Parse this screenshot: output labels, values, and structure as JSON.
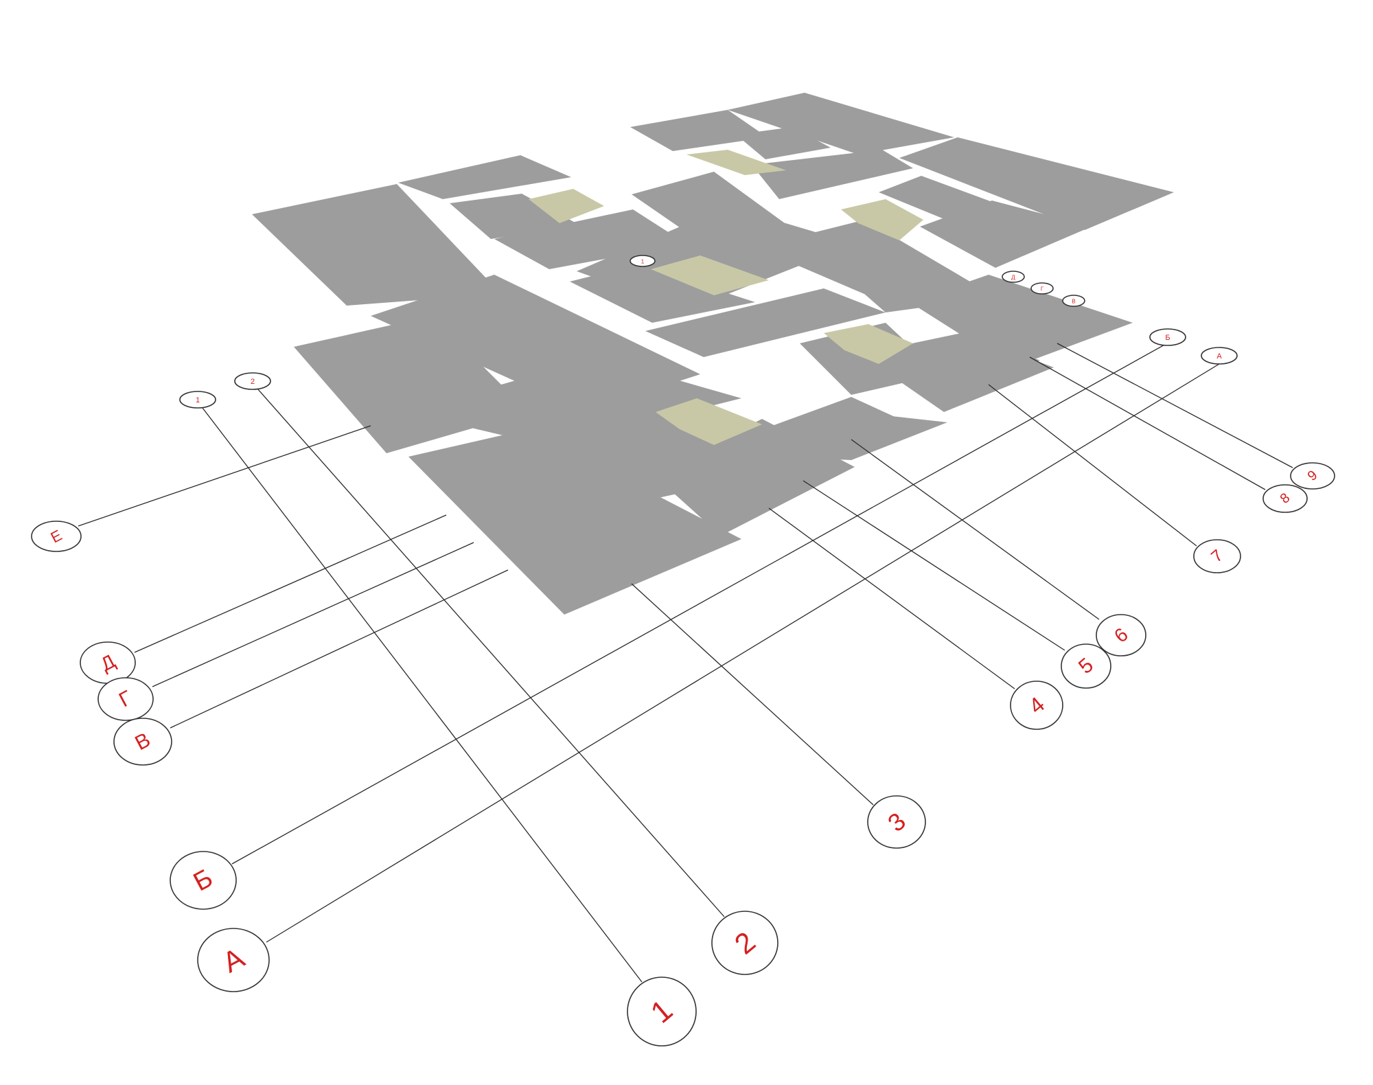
{
  "colors": {
    "slab": "#9d9d9d",
    "slab_edge": "#8f8f8f",
    "core": "#c9c8a6",
    "grid_line": "#2a2a2a",
    "bubble_stroke": "#333333",
    "bubble_text": "#d42020",
    "background": "#ffffff"
  },
  "axes": {
    "letters_left": [
      "Е",
      "Д",
      "Г",
      "В",
      "Б",
      "А"
    ],
    "numbers_bottom": [
      "1",
      "2",
      "3",
      "4",
      "5",
      "6",
      "7",
      "8",
      "9"
    ],
    "far_numbers": [
      "1",
      "2"
    ],
    "far_letters": [
      "Б",
      "А"
    ],
    "tiny_far_markers": [
      "1",
      "Д",
      "Г",
      "В"
    ]
  }
}
